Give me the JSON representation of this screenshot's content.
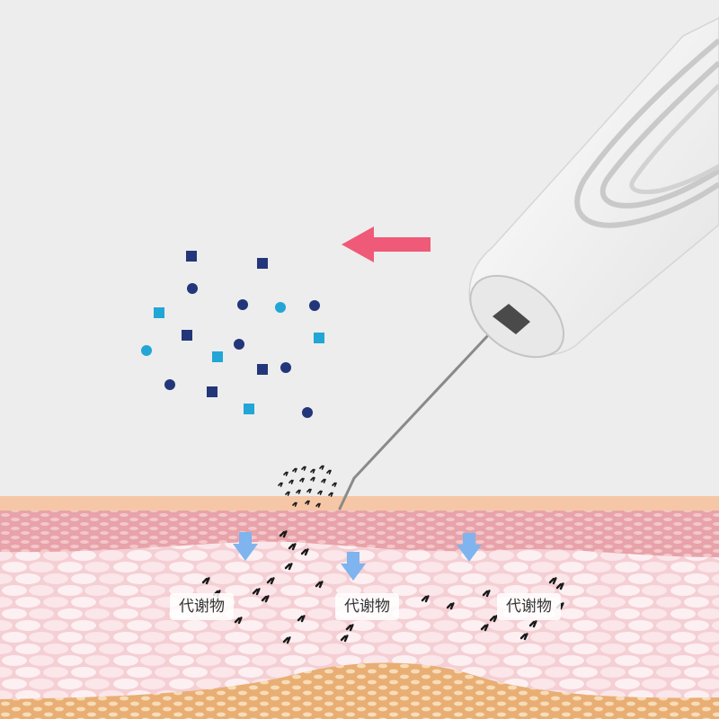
{
  "labels": {
    "left": "代谢物",
    "center": "代谢物",
    "right": "代谢物"
  },
  "colors": {
    "background": "#ededed",
    "arrow_left": "#ef5a78",
    "arrow_down": "#7fb4ee",
    "particle_navy": "#23367a",
    "particle_cyan": "#22a6d6",
    "debris": "#1a1a1a",
    "epidermis": "#e9a8ad",
    "dermis": "#f8dfe2",
    "fat_layer": "#f3c89a",
    "device_body": "#f7f7f7",
    "device_ridges": "#c9c9c9",
    "probe": "#8a8a8a"
  },
  "icons": {
    "direction_arrow": "left-arrow-icon",
    "absorption_arrow": "down-arrow-icon"
  }
}
